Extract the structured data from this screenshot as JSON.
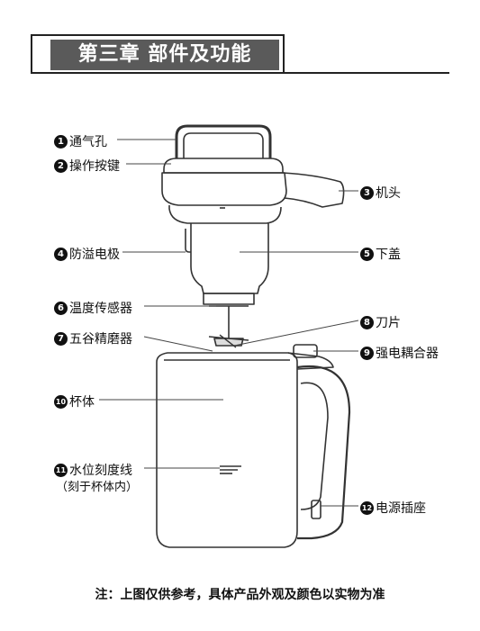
{
  "header": {
    "chapter_title": "第三章 部件及功能"
  },
  "parts": [
    {
      "number": "1",
      "label": "通气孔"
    },
    {
      "number": "2",
      "label": "操作按键"
    },
    {
      "number": "3",
      "label": "机头"
    },
    {
      "number": "4",
      "label": "防溢电极"
    },
    {
      "number": "5",
      "label": "下盖"
    },
    {
      "number": "6",
      "label": "温度传感器"
    },
    {
      "number": "7",
      "label": "五谷精磨器"
    },
    {
      "number": "8",
      "label": "刀片"
    },
    {
      "number": "9",
      "label": "强电耦合器"
    },
    {
      "number": "10",
      "label": "杯体"
    },
    {
      "number": "11",
      "label": "水位刻度线",
      "sublabel": "（刻于杯体内）"
    },
    {
      "number": "12",
      "label": "电源插座"
    }
  ],
  "footer": {
    "note": "注：上图仅供参考，具体产品外观及颜色以实物为准"
  }
}
